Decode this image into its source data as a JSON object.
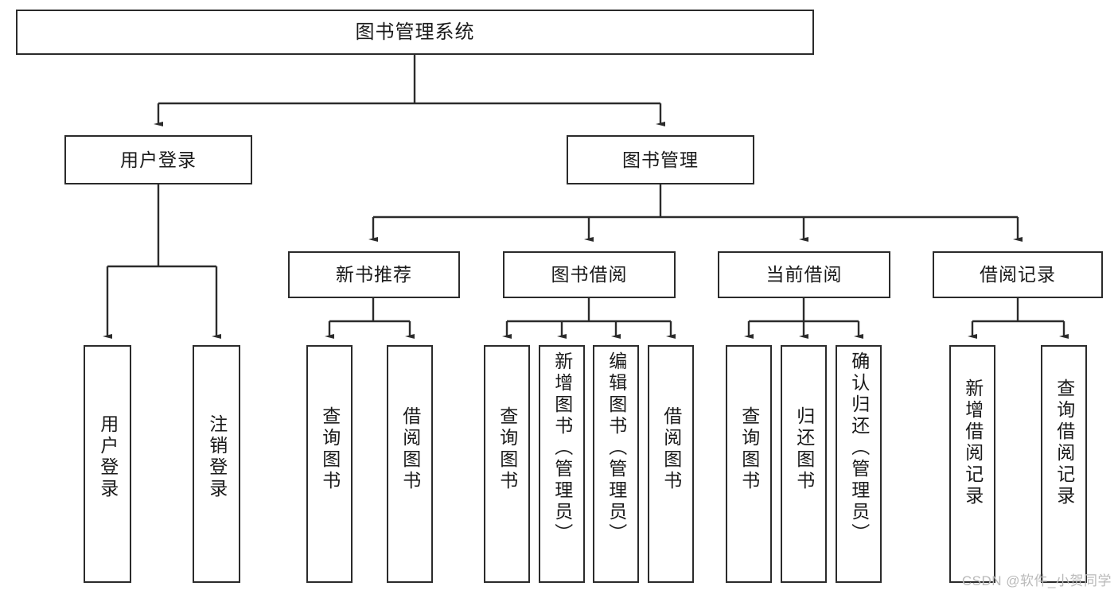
{
  "diagram": {
    "title": "图书管理系统",
    "type": "tree-hierarchy",
    "root": {
      "id": "root",
      "label": "图书管理系统"
    },
    "level2": [
      {
        "id": "user-login",
        "label": "用户登录"
      },
      {
        "id": "book-manage",
        "label": "图书管理"
      }
    ],
    "level3": [
      {
        "id": "new-book-rec",
        "label": "新书推荐"
      },
      {
        "id": "book-borrow",
        "label": "图书借阅"
      },
      {
        "id": "current-borrow",
        "label": "当前借阅"
      },
      {
        "id": "borrow-record",
        "label": "借阅记录"
      }
    ],
    "leaves": {
      "user_login": [
        {
          "id": "leaf-user-login",
          "label": "用户登录"
        },
        {
          "id": "leaf-logout",
          "label": "注销登录"
        }
      ],
      "new_book_rec": [
        {
          "id": "leaf-query-book-1",
          "label": "查询图书"
        },
        {
          "id": "leaf-borrow-book-1",
          "label": "借阅图书"
        }
      ],
      "book_borrow": [
        {
          "id": "leaf-query-book-2",
          "label": "查询图书"
        },
        {
          "id": "leaf-add-book",
          "label": "新增图书（管理员）"
        },
        {
          "id": "leaf-edit-book",
          "label": "编辑图书（管理员）"
        },
        {
          "id": "leaf-borrow-book-2",
          "label": "借阅图书"
        }
      ],
      "current_borrow": [
        {
          "id": "leaf-query-book-3",
          "label": "查询图书"
        },
        {
          "id": "leaf-return-book",
          "label": "归还图书"
        },
        {
          "id": "leaf-confirm-return",
          "label": "确认归还（管理员）"
        }
      ],
      "borrow_record": [
        {
          "id": "leaf-add-record",
          "label": "新增借阅记录"
        },
        {
          "id": "leaf-query-record",
          "label": "查询借阅记录"
        }
      ]
    }
  },
  "watermark": {
    "text": "CSDN @软件_小贺同学"
  },
  "colors": {
    "stroke": "#2b2b2b",
    "background": "#ffffff",
    "text": "#1a1a1a",
    "watermark": "#b9b9b9"
  }
}
